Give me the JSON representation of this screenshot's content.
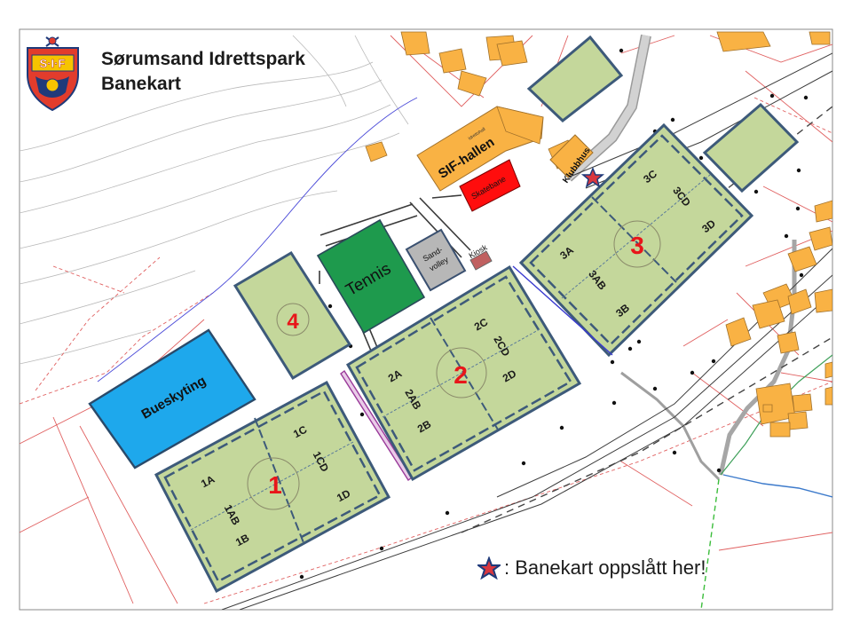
{
  "header": {
    "title_line1": "Sørumsand Idrettspark",
    "title_line2": "Banekart",
    "logo_text": "S·I·F"
  },
  "facilities": {
    "tennis": "Tennis",
    "bueskyting": "Bueskyting",
    "sandvolley_line1": "Sand-",
    "sandvolley_line2": "volley",
    "kiosk": "Kiosk",
    "sif_hallen": "SIF-hallen",
    "skatebane": "Skatebane",
    "klubbhus": "Klubbhus",
    "idrettshall": "Idrettshall"
  },
  "fields": {
    "field1": {
      "number": "1",
      "sub": [
        "1A",
        "1B",
        "1C",
        "1D",
        "1AB",
        "1CD"
      ]
    },
    "field2": {
      "number": "2",
      "sub": [
        "2A",
        "2B",
        "2C",
        "2D",
        "2AB",
        "2CD"
      ]
    },
    "field3": {
      "number": "3",
      "sub": [
        "3A",
        "3B",
        "3C",
        "3D",
        "3AB",
        "3CD"
      ]
    },
    "field4": {
      "number": "4"
    }
  },
  "legend": {
    "text": ": Banekart oppslått her!"
  },
  "colors": {
    "field_fill": "#c4d79b",
    "field_border": "#3d5a7a",
    "field_number": "#e8161a",
    "tennis": "#1e9a4d",
    "bueskyting": "#1ea8ec",
    "building": "#f9b244",
    "skatebane": "#ff0d0d",
    "sandvolley": "#b7b7b7",
    "star": "#d9373f"
  }
}
